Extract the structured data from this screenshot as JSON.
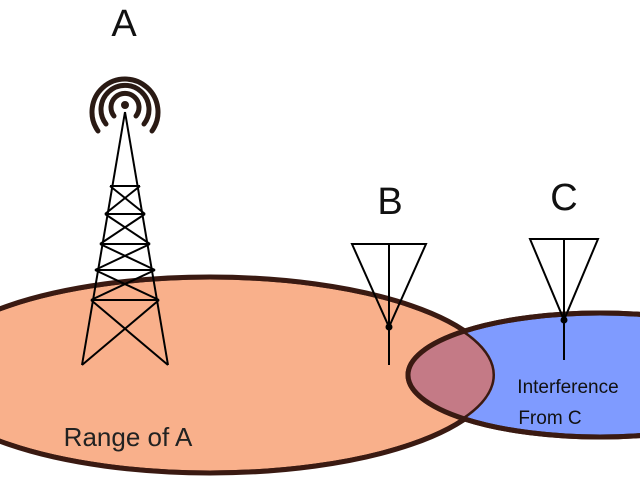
{
  "labels": {
    "tower_a": "A",
    "node_b": "B",
    "node_c": "C",
    "range_a": "Range of A",
    "interference_line1": "Interference",
    "interference_line2": "From C"
  },
  "colors": {
    "range_a_fill": "#f9b08b",
    "range_c_fill": "#7f9bff",
    "overlap_fill": "#c47a86",
    "outline": "#3a1a12",
    "line": "#000000"
  },
  "icons": {
    "tower_a": "radio-tower-icon",
    "signal_a": "signal-waves-icon",
    "antenna_b": "antenna-icon",
    "antenna_c": "antenna-icon"
  }
}
